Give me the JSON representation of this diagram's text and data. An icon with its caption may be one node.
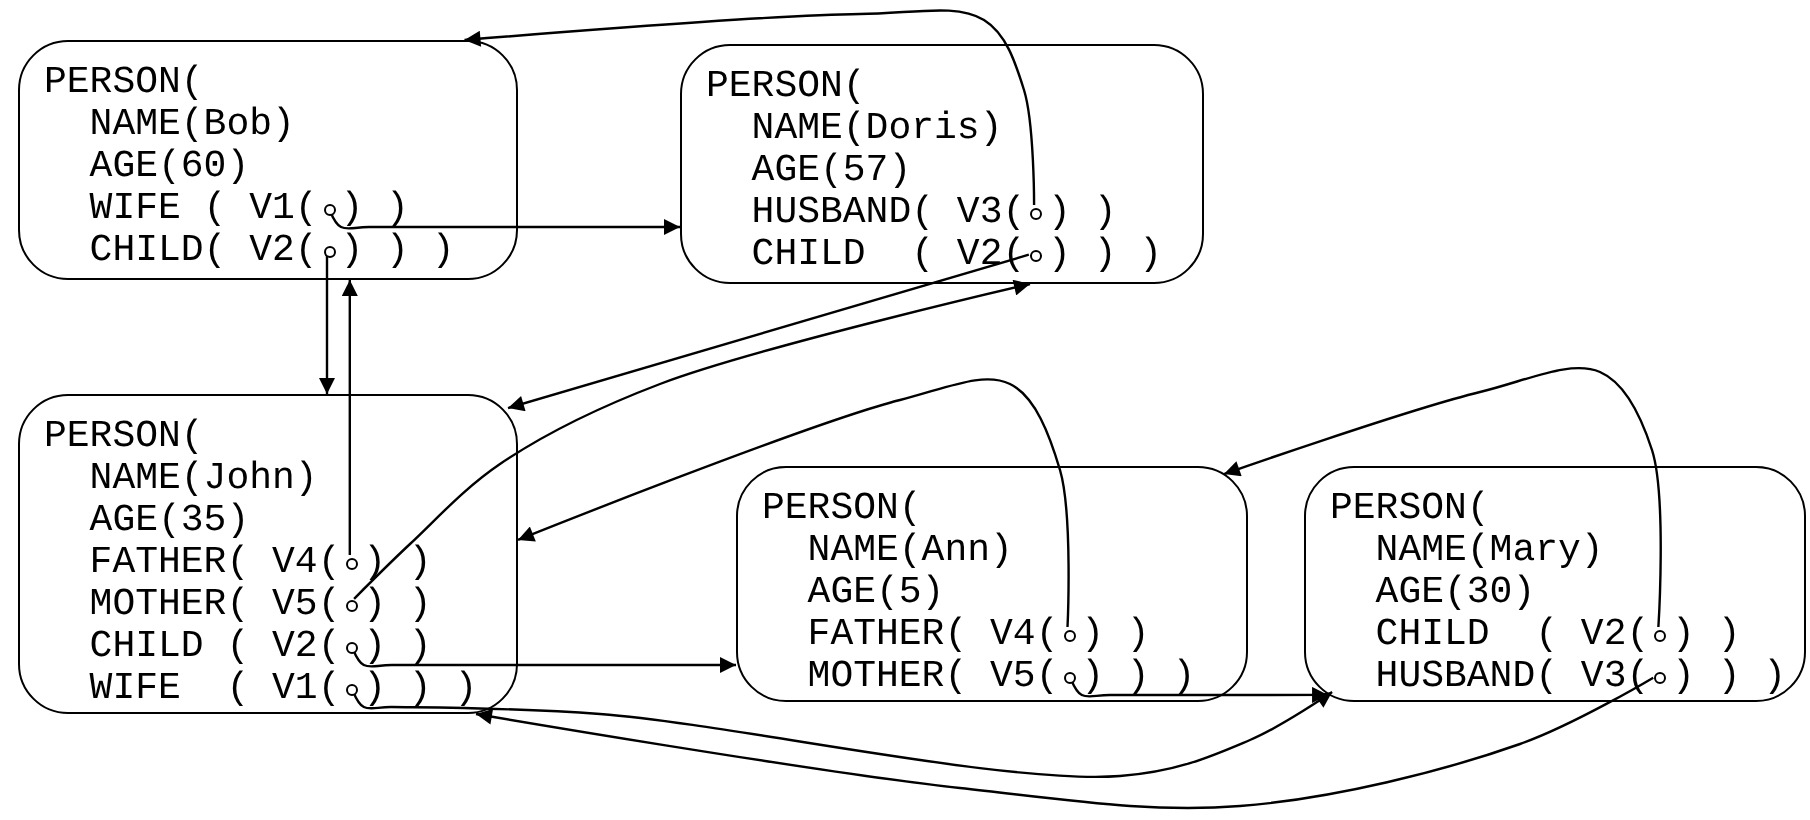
{
  "diagram": {
    "nodes": [
      {
        "text": [
          "PERSON(",
          "NAME(Bob)",
          "AGE(60)",
          "WIFE ( V1( ) )",
          "CHILD( V2( ) ) )"
        ]
      },
      {
        "text": [],
        "shape": "circle",
        "in": 0
      },
      {
        "text": [],
        "shape": "circle",
        "in": 0
      },
      {
        "text": [
          "PERSON(",
          "NAME(Doris)",
          "AGE(57)",
          "HUSBAND( V3( ) )",
          "CHILD  ( V2( ) ) )"
        ]
      },
      {
        "text": [],
        "shape": "circle",
        "in": 3
      },
      {
        "text": [],
        "shape": "circle",
        "in": 3
      },
      {
        "text": [
          "PERSON(",
          "NAME(John)",
          "AGE(35)",
          "FATHER( V4( ) )",
          "MOTHER( V5( ) )",
          "CHILD ( V2( ) )",
          "WIFE  ( V1( ) ) )"
        ]
      },
      {
        "text": [],
        "shape": "circle",
        "in": 6
      },
      {
        "text": [],
        "shape": "circle",
        "in": 6
      },
      {
        "text": [],
        "shape": "circle",
        "in": 6
      },
      {
        "text": [],
        "shape": "circle",
        "in": 6
      },
      {
        "text": [
          "PERSON(",
          "NAME(Ann)",
          "AGE(5)",
          "FATHER( V4( ) )",
          "MOTHER( V5( ) ) )"
        ]
      },
      {
        "text": [],
        "shape": "circle",
        "in": 11
      },
      {
        "text": [],
        "shape": "circle",
        "in": 11
      },
      {
        "text": [
          "PERSON(",
          "NAME(Mary)",
          "AGE(30)",
          "CHILD  ( V2( ) )",
          "HUSBAND( V3( ) ) )"
        ]
      },
      {
        "text": [],
        "shape": "circle",
        "in": 14
      },
      {
        "text": [],
        "shape": "circle",
        "in": 14
      }
    ],
    "edges": [
      {
        "from": 1,
        "to": 3,
        "arrow": "to"
      },
      {
        "from": 2,
        "to": 6,
        "arrow": "to"
      },
      {
        "from": 4,
        "to": 0,
        "arrow": "to"
      },
      {
        "from": 5,
        "to": 6,
        "arrow": "to"
      },
      {
        "from": 7,
        "to": 0,
        "arrow": "to"
      },
      {
        "from": 8,
        "to": 3,
        "arrow": "to"
      },
      {
        "from": 9,
        "to": 11,
        "arrow": "to"
      },
      {
        "from": 10,
        "to": 14,
        "arrow": "to"
      },
      {
        "from": 12,
        "to": 6,
        "arrow": "to"
      },
      {
        "from": 13,
        "to": 14,
        "arrow": "to"
      },
      {
        "from": 15,
        "to": 11,
        "arrow": "to"
      },
      {
        "from": 16,
        "to": 6,
        "arrow": "to"
      }
    ]
  }
}
